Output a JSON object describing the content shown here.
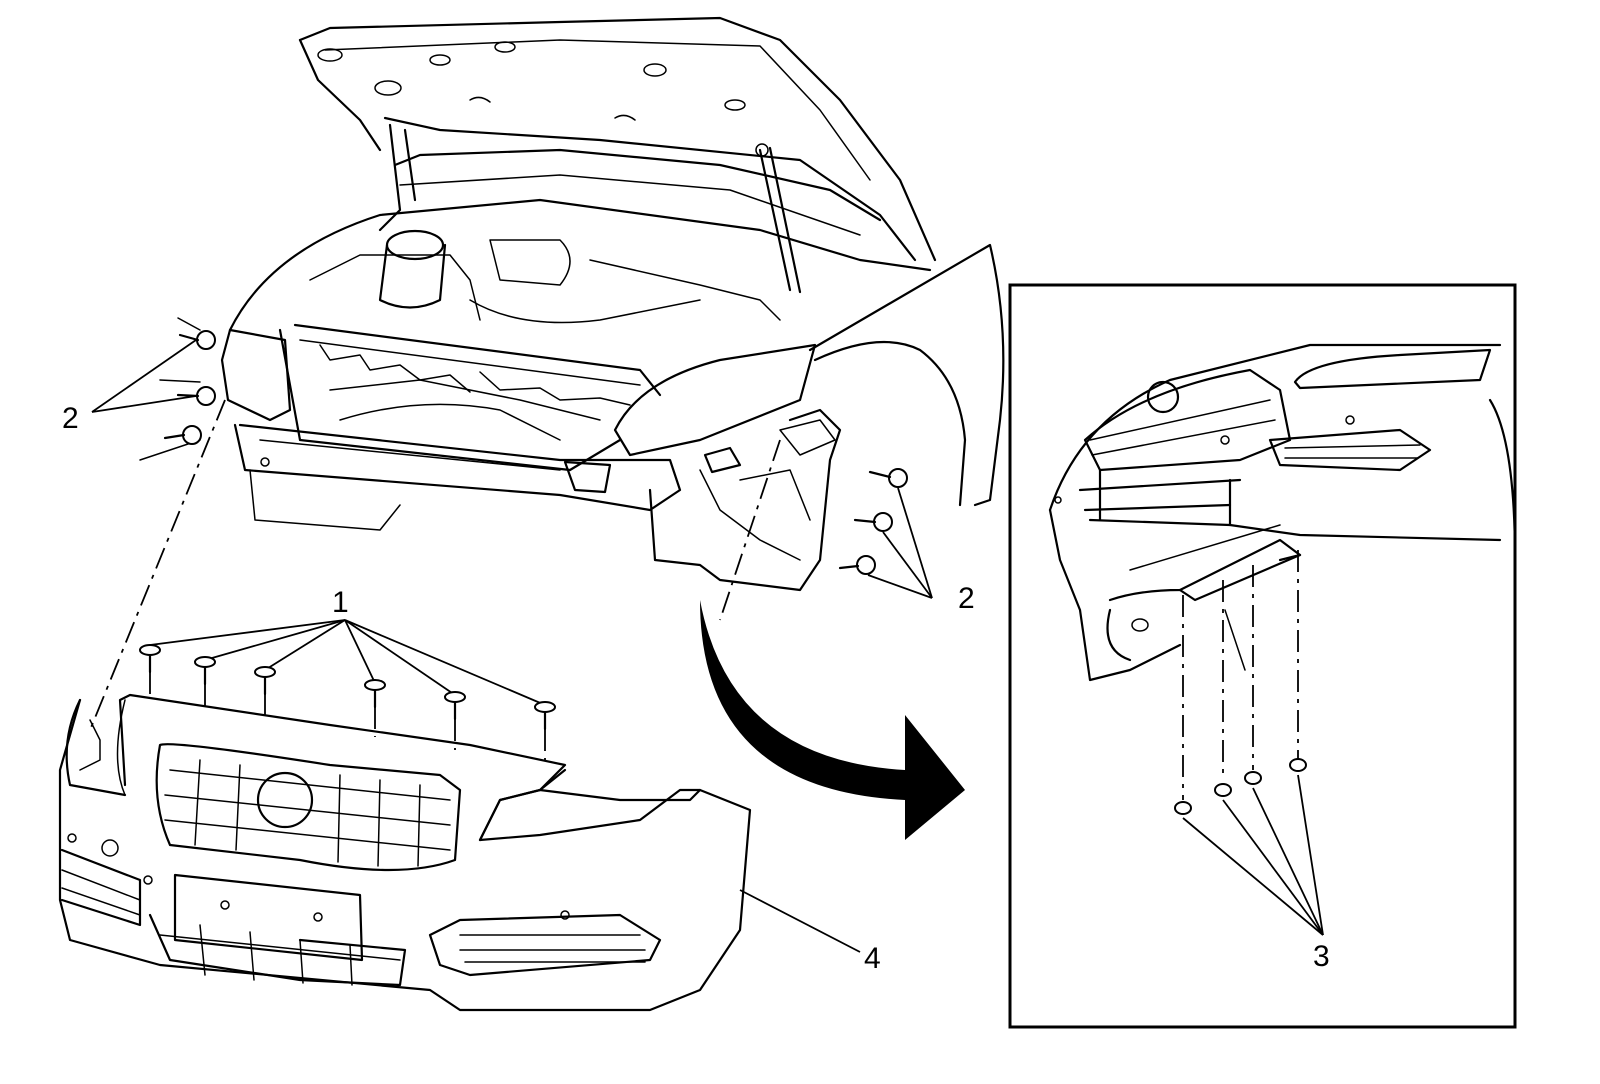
{
  "callouts": {
    "fastener_1": "1",
    "fastener_2_left": "2",
    "fastener_2_right": "2",
    "fastener_3": "3",
    "bumper_fascia_4": "4"
  }
}
